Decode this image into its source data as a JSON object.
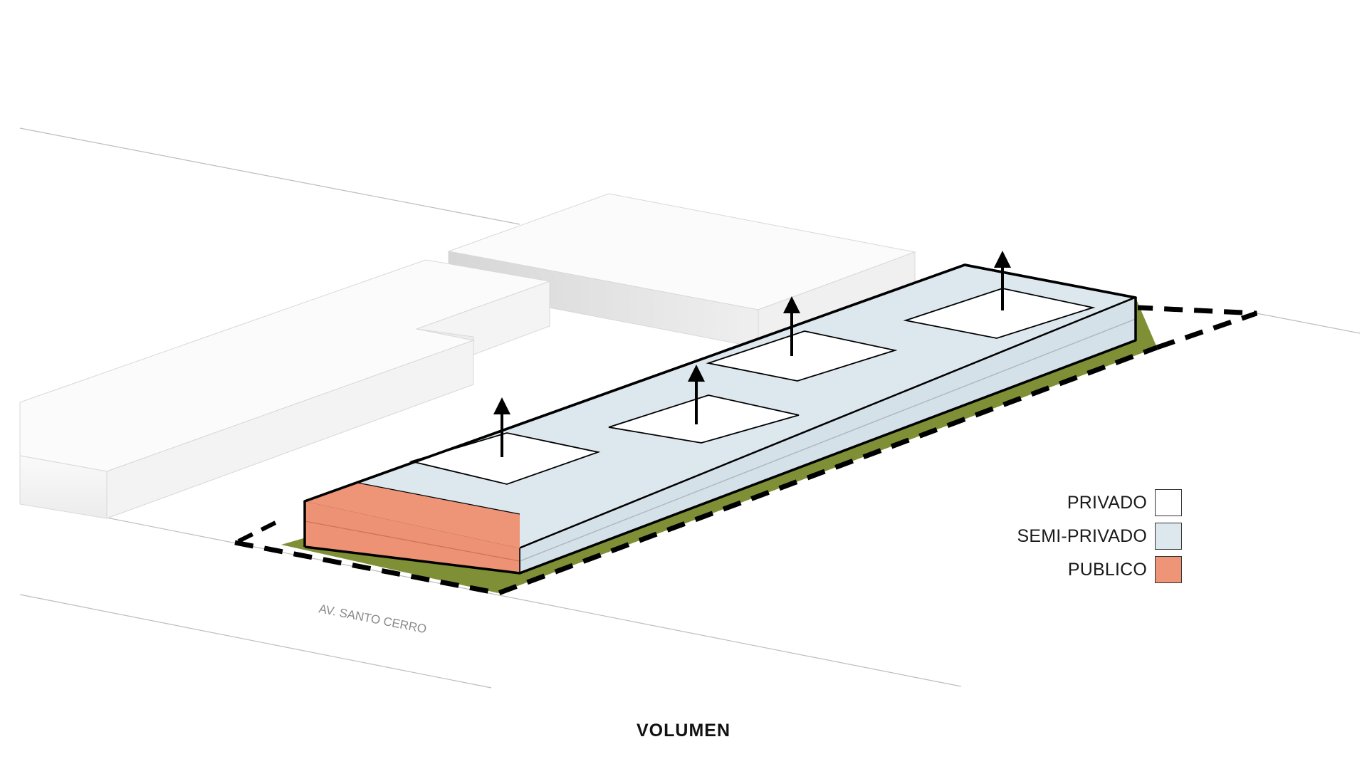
{
  "street_label": "AV. SANTO CERRO",
  "caption": "VOLUMEN",
  "legend": [
    {
      "label": "PRIVADO",
      "color": "#ffffff"
    },
    {
      "label": "SEMI-PRIVADO",
      "color": "#dce7ee"
    },
    {
      "label": "PUBLICO",
      "color": "#ef9577"
    }
  ],
  "colors": {
    "site_ground": "#7f8f35",
    "semi_private": "#dce7ee",
    "public": "#ef9577",
    "private": "#ffffff",
    "context_buildings": "#f2f2f2",
    "outline": "#000000"
  },
  "icons": [
    "up-arrow-icon"
  ]
}
